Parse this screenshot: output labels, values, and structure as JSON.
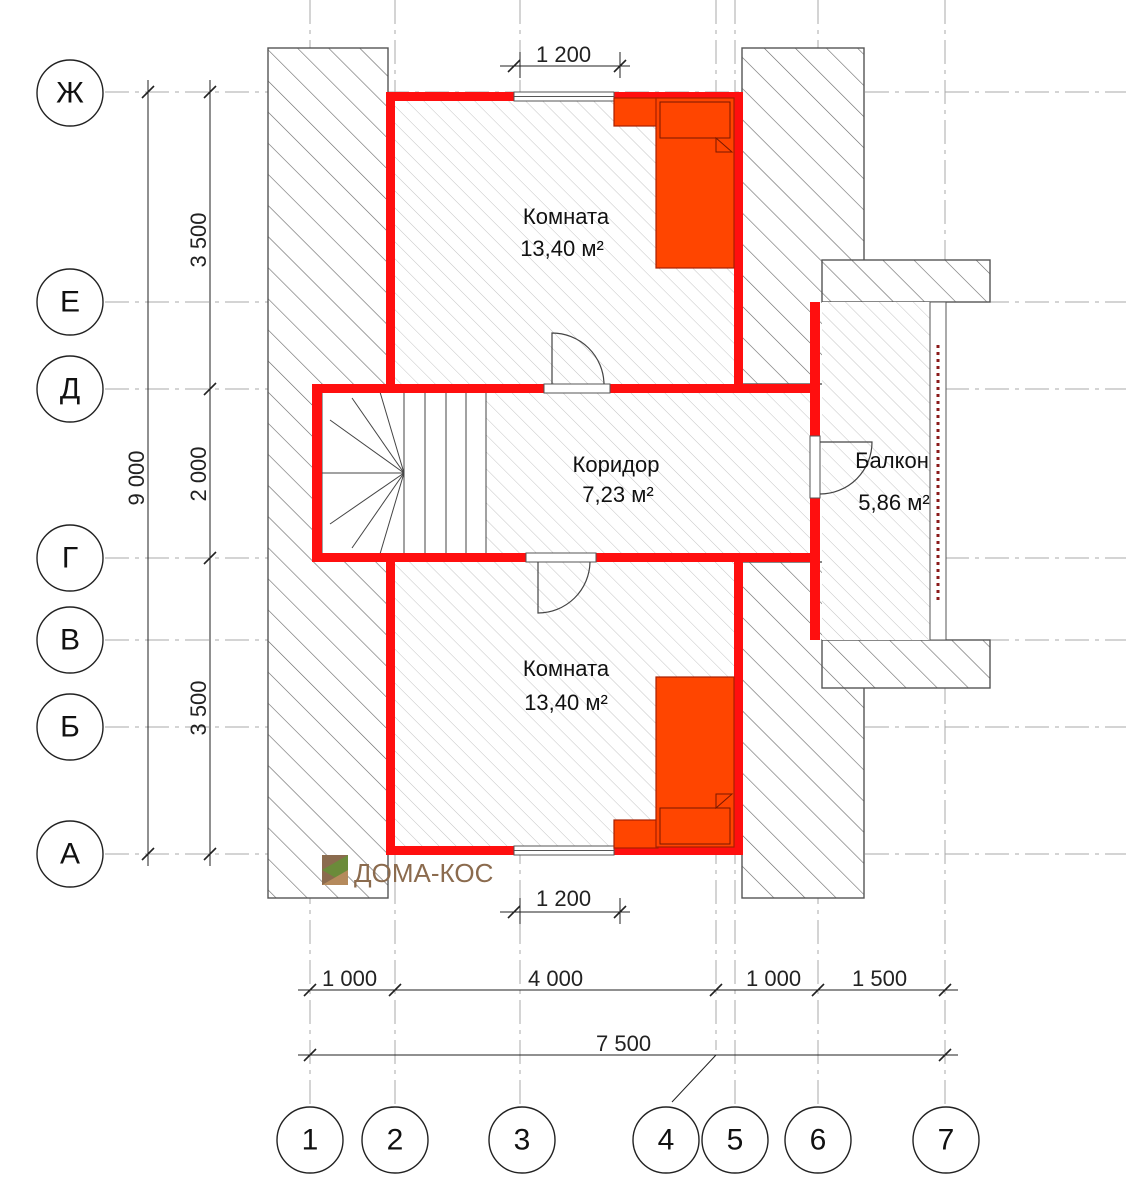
{
  "rooms": {
    "room_top": {
      "name": "Комната",
      "area": "13,40 м²"
    },
    "corridor": {
      "name": "Коридор",
      "area": "7,23 м²"
    },
    "balcony": {
      "name": "Балкон",
      "area": "5,86 м²"
    },
    "room_bottom": {
      "name": "Комната",
      "area": "13,40 м²"
    }
  },
  "row_axes": [
    "Ж",
    "Е",
    "Д",
    "Г",
    "В",
    "Б",
    "А"
  ],
  "col_axes": [
    "1",
    "2",
    "3",
    "4",
    "5",
    "6",
    "7"
  ],
  "dimensions": {
    "window_top": "1 200",
    "window_bottom": "1 200",
    "left_total": "9 000",
    "left_top": "3 500",
    "left_middle": "2 000",
    "left_bottom": "3 500",
    "bottom_1": "1 000",
    "bottom_2": "4 000",
    "bottom_3": "1 000",
    "bottom_4": "1 500",
    "bottom_total": "7 500"
  },
  "logo": {
    "text": "ДОМА-КОС"
  },
  "colors": {
    "walls": "#ff0f0f",
    "furniture": "#ff4500",
    "logo": "#8b6b4e"
  }
}
